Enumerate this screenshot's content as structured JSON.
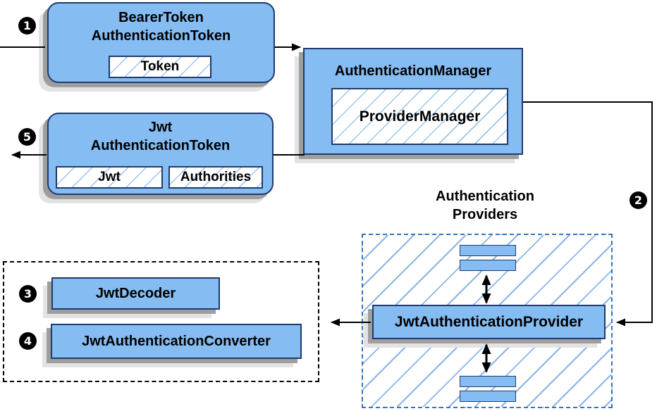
{
  "nodes": {
    "bearer": {
      "title_line1": "BearerToken",
      "title_line2": "AuthenticationToken",
      "field_token": "Token"
    },
    "authentication_manager": {
      "title": "AuthenticationManager",
      "field_provider_manager": "ProviderManager"
    },
    "jwt_authentication_token": {
      "title_line1": "Jwt",
      "title_line2": "AuthenticationToken",
      "field_jwt": "Jwt",
      "field_authorities": "Authorities"
    },
    "authentication_providers": {
      "label_line1": "Authentication",
      "label_line2": "Providers"
    },
    "jwt_authentication_provider": {
      "label": "JwtAuthenticationProvider"
    },
    "jwt_decoder": {
      "label": "JwtDecoder"
    },
    "jwt_authentication_converter": {
      "label": "JwtAuthenticationConverter"
    }
  },
  "steps": {
    "step1": "1",
    "step2": "2",
    "step3": "3",
    "step4": "4",
    "step5": "5"
  },
  "colors": {
    "node_fill": "#85bcf2",
    "node_border": "#1f3a6e",
    "hatch_line": "#9cc3ef",
    "hatch_line_wide": "#8ab4e8",
    "dashed_border": "#3b72b8",
    "dotted_border": "#000000",
    "shadow_dark": "#9e9e9e",
    "shadow_light": "#e3e3e3",
    "arrow": "#000000",
    "badge_bg": "#000000",
    "badge_text": "#ffffff",
    "text": "#000000"
  }
}
